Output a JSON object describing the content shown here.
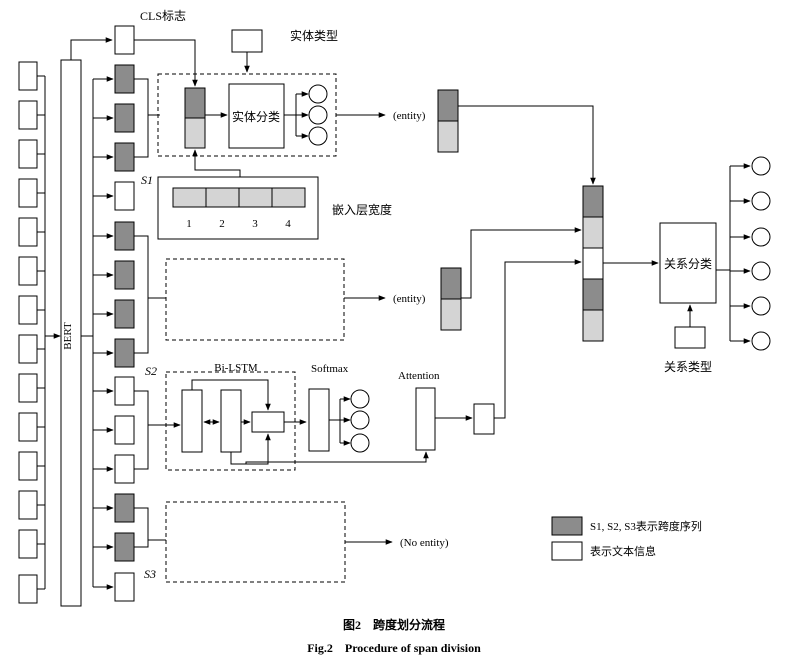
{
  "diagram": {
    "labels": {
      "cls": "CLS标志",
      "entity_type": "实体类型",
      "entity_classify": "实体分类",
      "embed_width": "嵌入层宽度",
      "bert": "BERT",
      "s1": "S1",
      "s2": "S2",
      "s3": "S3",
      "bilstm": "Bi-LSTM",
      "softmax": "Softmax",
      "attention": "Attention",
      "relation_classify": "关系分类",
      "relation_type": "关系类型",
      "entity_out_1": "(entity)",
      "entity_out_2": "(entity)",
      "no_entity": "(No entity)"
    },
    "embed_cells": [
      "1",
      "2",
      "3",
      "4"
    ],
    "legend": {
      "gray": "S1, S2, S3表示跨度序列",
      "white": "表示文本信息"
    },
    "colors": {
      "dark_gray": "#8c8c8c",
      "light_gray": "#d4d4d4",
      "stroke": "#000000"
    }
  },
  "caption": {
    "cn": "图2　跨度划分流程",
    "en": "Fig.2　Procedure of span division"
  }
}
